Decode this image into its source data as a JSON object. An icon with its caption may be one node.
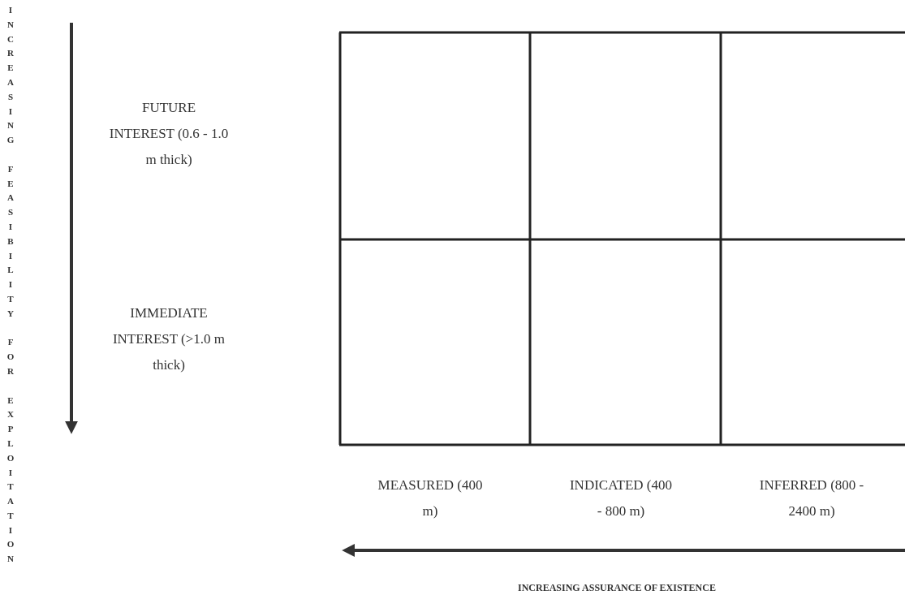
{
  "diagram": {
    "labels": [
      "INCREASING FEASIBILITY FOR EXPLOITATION",
      "FUTURE INTEREST (0.6 - 1.0 m thick)",
      "IMMEDIATE INTEREST (>1.0 m thick)",
      "MEASURED (400 m)",
      "INDICATED (400 - 800 m)",
      "INFERRED (800 - 2400 m)",
      "INCREASING ASSURANCE OF EXISTENCE"
    ]
  }
}
